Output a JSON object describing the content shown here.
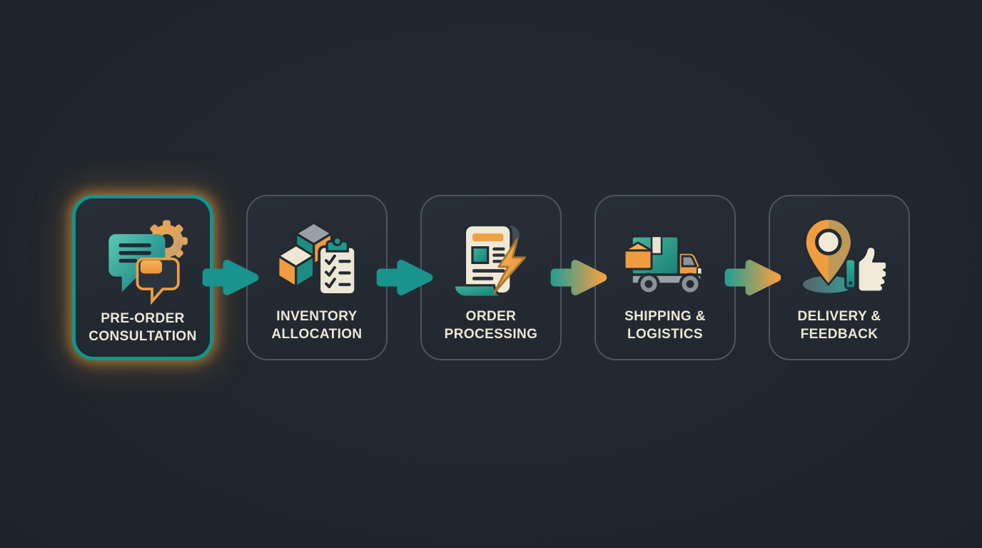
{
  "colors": {
    "background": "#20262e",
    "card_fill": "#252c35",
    "card_border": "#4d555e",
    "active_card_border": "#13948c",
    "active_card_glow": "#eea43e",
    "arrow_teal": "#19948c",
    "arrow_gradient_start": "#2f9e8f",
    "arrow_gradient_end": "#f0a043",
    "accent_orange": "#f09c40",
    "accent_teal": "#1d9a90",
    "label_text": "#ece7d6"
  },
  "steps": [
    {
      "id": "pre-order-consultation",
      "label_line1": "PRE-ORDER",
      "label_line2": "CONSULTATION",
      "icon": "chat-gear-icon",
      "active": true
    },
    {
      "id": "inventory-allocation",
      "label_line1": "INVENTORY",
      "label_line2": "ALLOCATION",
      "icon": "cubes-checklist-icon",
      "active": false
    },
    {
      "id": "order-processing",
      "label_line1": "ORDER",
      "label_line2": "PROCESSING",
      "icon": "document-lightning-icon",
      "active": false
    },
    {
      "id": "shipping-logistics",
      "label_line1": "SHIPPING &",
      "label_line2": "LOGISTICS",
      "icon": "delivery-truck-icon",
      "active": false
    },
    {
      "id": "delivery-feedback",
      "label_line1": "DELIVERY &",
      "label_line2": "FEEDBACK",
      "icon": "location-pin-thumbs-up-icon",
      "active": false
    }
  ],
  "arrows": [
    {
      "style": "teal"
    },
    {
      "style": "teal"
    },
    {
      "style": "teal-orange"
    },
    {
      "style": "teal-orange"
    }
  ]
}
